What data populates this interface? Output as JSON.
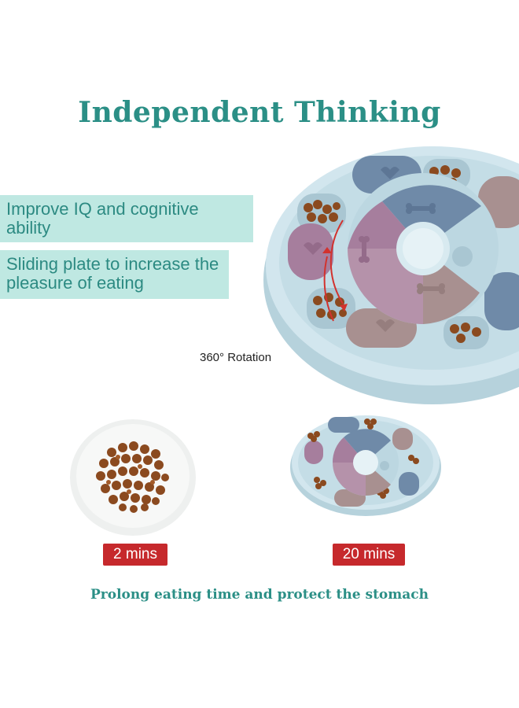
{
  "headline": "Independent Thinking",
  "features": [
    "Improve IQ and cognitive ability",
    "Sliding plate to increase the pleasure of eating"
  ],
  "rotation_label": "360° Rotation",
  "comparison": {
    "plate_time": "2 mins",
    "feeder_time": "20 mins"
  },
  "footer": "Prolong eating time and protect the stomach",
  "colors": {
    "heading": "#2b8f86",
    "feature_band": "#bfe8e2",
    "badge": "#c6292c",
    "feeder_base": "#c9e1ea",
    "lid_blue": "#6f8aa8",
    "lid_pink": "#a67e9d",
    "lid_taupe": "#a89090",
    "kibble": "#8b4a1f"
  }
}
